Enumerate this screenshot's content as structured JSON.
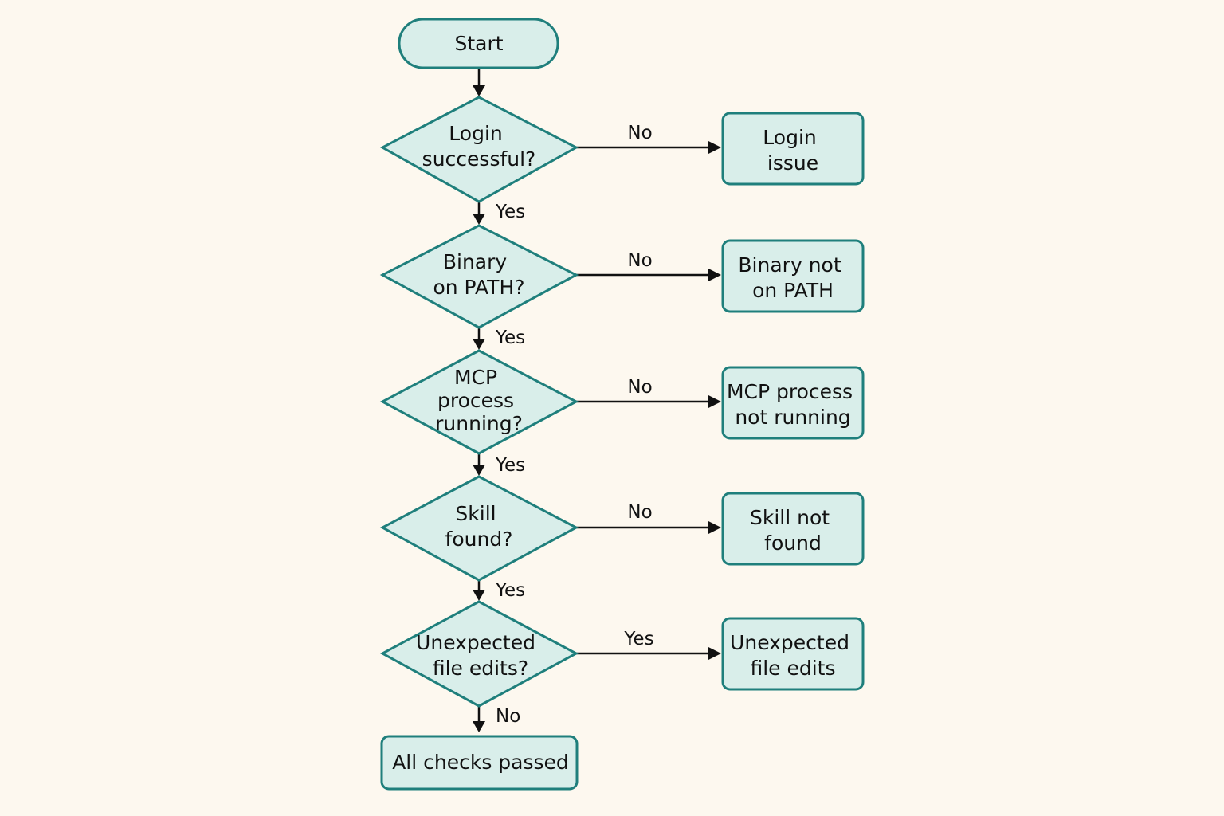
{
  "colors": {
    "background": "#fdf8ef",
    "node_fill": "#d9eeea",
    "node_border": "#1f7f7c",
    "edge": "#111111"
  },
  "nodes": {
    "start": {
      "lines": [
        "Start"
      ]
    },
    "login_check": {
      "lines": [
        "Login",
        "successful?"
      ]
    },
    "login_issue": {
      "lines": [
        "Login",
        "issue"
      ]
    },
    "binary_check": {
      "lines": [
        "Binary",
        "on PATH?"
      ]
    },
    "binary_issue": {
      "lines": [
        "Binary not",
        "on PATH"
      ]
    },
    "mcp_check": {
      "lines": [
        "MCP",
        "process",
        "running?"
      ]
    },
    "mcp_issue": {
      "lines": [
        "MCP process",
        "not running"
      ]
    },
    "skill_check": {
      "lines": [
        "Skill",
        "found?"
      ]
    },
    "skill_issue": {
      "lines": [
        "Skill not",
        "found"
      ]
    },
    "edits_check": {
      "lines": [
        "Unexpected",
        "file edits?"
      ]
    },
    "edits_issue": {
      "lines": [
        "Unexpected",
        "file edits"
      ]
    },
    "all_passed": {
      "lines": [
        "All checks passed"
      ]
    }
  },
  "edges": {
    "start_to_login": "",
    "login_no": "No",
    "login_yes": "Yes",
    "binary_no": "No",
    "binary_yes": "Yes",
    "mcp_no": "No",
    "mcp_yes": "Yes",
    "skill_no": "No",
    "skill_yes": "Yes",
    "edits_yes": "Yes",
    "edits_no": "No"
  }
}
